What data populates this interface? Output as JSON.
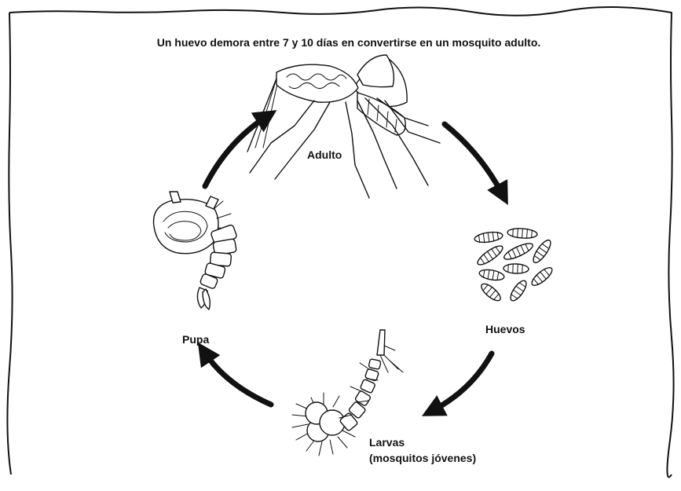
{
  "heading": "Un huevo demora entre 7 y 10 días en convertirse en un mosquito adulto.",
  "stages": {
    "adult": "Adulto",
    "eggs": "Huevos",
    "larvae_line1": "Larvas",
    "larvae_line2": "(mosquitos jóvenes)",
    "pupa": "Pupa"
  },
  "icons": {
    "adult": "mosquito-adult-icon",
    "eggs": "egg-cluster-icon",
    "larvae": "larva-icon",
    "pupa": "pupa-icon",
    "arrow": "cycle-arrow-icon"
  },
  "colors": {
    "ink": "#111111",
    "background": "#ffffff"
  }
}
